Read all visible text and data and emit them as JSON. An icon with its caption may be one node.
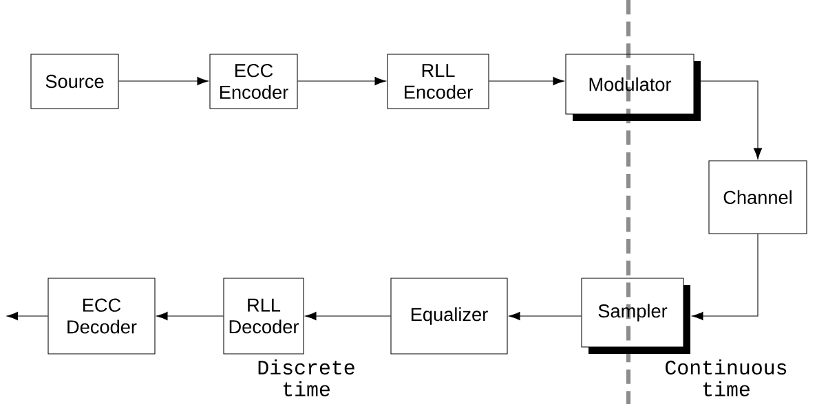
{
  "diagram": {
    "nodes": [
      {
        "text": [
          "Source"
        ]
      },
      {
        "text": [
          "ECC Encoder"
        ]
      },
      {
        "text": [
          "RLL Encoder"
        ]
      },
      {
        "text": [
          "Modulator"
        ]
      },
      {
        "text": [
          "Channel"
        ]
      },
      {
        "text": [
          "Sampler"
        ]
      },
      {
        "text": [
          "Equalizer"
        ]
      },
      {
        "text": [
          "RLL Decoder"
        ]
      },
      {
        "text": [
          "ECC Decoder"
        ]
      }
    ],
    "edges": [
      {
        "from": 0,
        "to": 1,
        "arrow": "to"
      },
      {
        "from": 1,
        "to": 2,
        "arrow": "to"
      },
      {
        "from": 2,
        "to": 3,
        "arrow": "to"
      },
      {
        "from": 3,
        "to": 4,
        "arrow": "to"
      },
      {
        "from": 4,
        "to": 5,
        "arrow": "to"
      },
      {
        "from": 5,
        "to": 6,
        "arrow": "to"
      },
      {
        "from": 6,
        "to": 7,
        "arrow": "to"
      },
      {
        "from": 7,
        "to": 8,
        "arrow": "to"
      },
      {
        "from": 8,
        "to": null,
        "arrow": "to"
      }
    ],
    "labels": [
      "Discrete time",
      "Continuous time"
    ]
  }
}
